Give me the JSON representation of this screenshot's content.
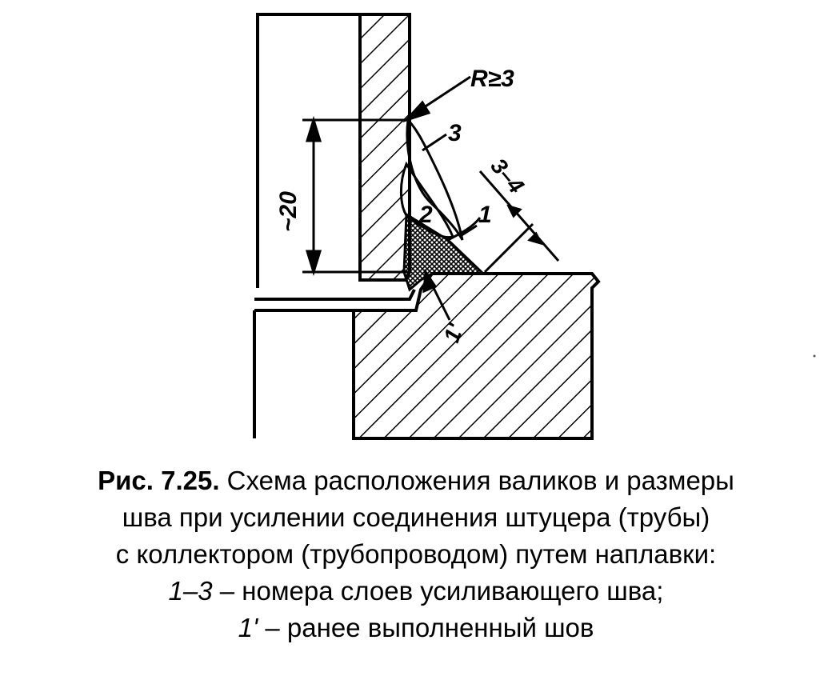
{
  "labels": {
    "radius": "R≥3",
    "layer_3": "3",
    "layer_2": "2",
    "layer_1": "1",
    "layer_1_prime": "1'",
    "dimension_height": "~20",
    "dimension_leg": "3–4"
  },
  "caption": {
    "prefix": "Рис. 7.25.",
    "line1_rest": " Схема расположения валиков и размеры",
    "line2": "шва при усилении соединения штуцера (трубы)",
    "line3": "с коллектором (трубопроводом) путем наплавки:",
    "line4_italic": "1–3",
    "line4_rest": " – номера слоев усиливающего шва;",
    "line5_italic": "1'",
    "line5_rest": " – ранее выполненный шов"
  }
}
